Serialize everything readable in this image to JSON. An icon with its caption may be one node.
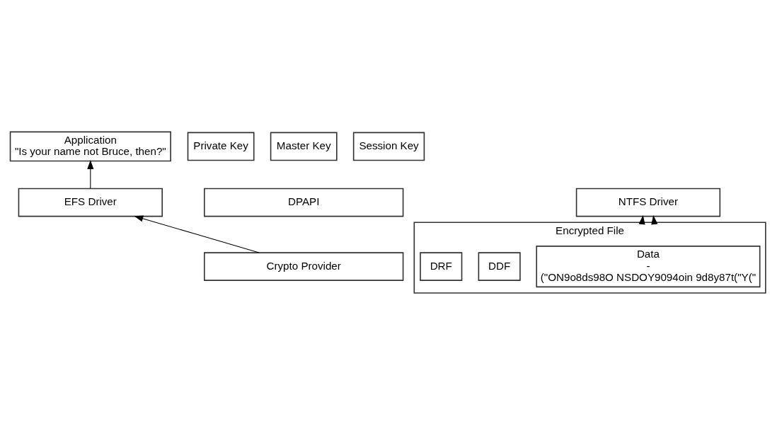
{
  "diagram": {
    "nodes": [
      {
        "text": [
          "Application",
          "\"Is your name not Bruce, then?\""
        ]
      },
      {
        "text": [
          "EFS Driver"
        ]
      },
      {
        "text": [
          "NTFS Driver"
        ]
      },
      {
        "text": [
          "Encrypted File"
        ]
      },
      {
        "text": [
          "Data",
          "-",
          "(\"ON9o8ds98O NSDOY9094oin 9d8y87t(\"Y(\""
        ],
        "in": 3
      },
      {
        "text": [
          "DDF"
        ],
        "in": 3
      },
      {
        "text": [
          "DRF"
        ],
        "in": 3
      },
      {
        "text": [
          "Private Key"
        ]
      },
      {
        "text": [
          "Master Key"
        ]
      },
      {
        "text": [
          "Session Key"
        ]
      },
      {
        "text": [
          "DPAPI"
        ]
      },
      {
        "text": [
          "Crypto Provider"
        ]
      }
    ],
    "edges": [
      {
        "from": 1,
        "to": 0,
        "arrow": "to"
      },
      {
        "from": 3,
        "to": 2,
        "arrow": "to"
      },
      {
        "from": 3,
        "to": 2,
        "arrow": "to"
      },
      {
        "from": 11,
        "to": 1,
        "arrow": "to"
      }
    ]
  }
}
